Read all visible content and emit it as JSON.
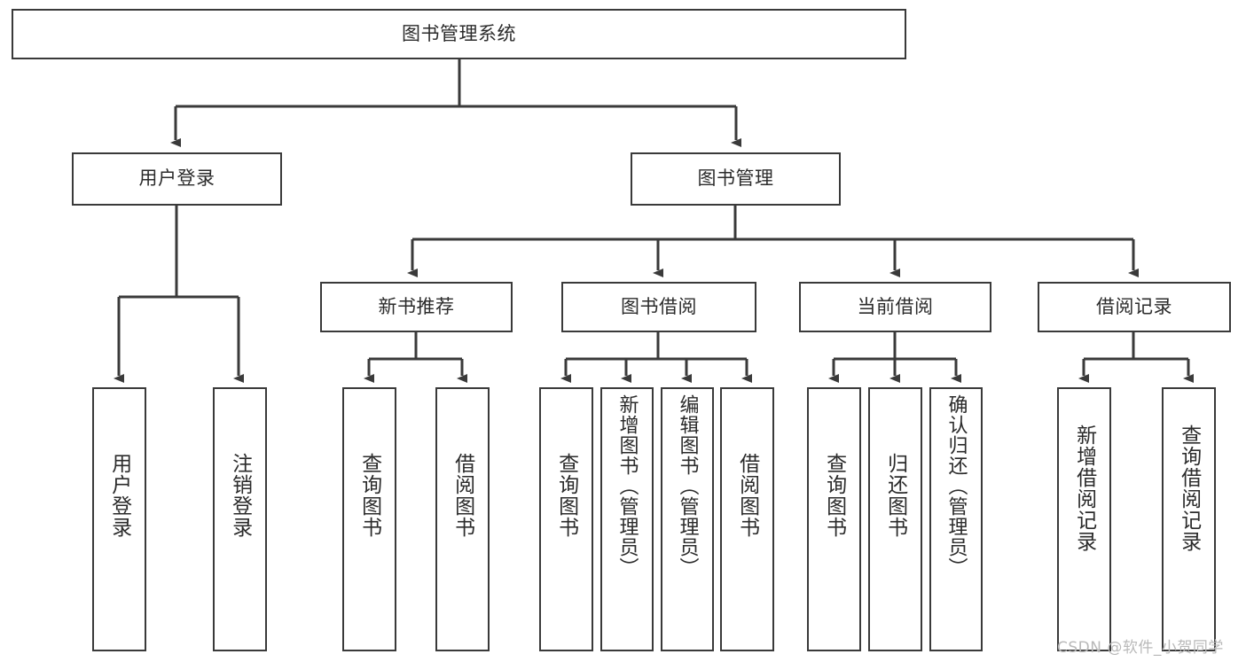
{
  "diagram": {
    "type": "tree",
    "title_node": {
      "id": "root",
      "label": "图书管理系统"
    },
    "level2": [
      {
        "id": "user-login",
        "label": "用户登录"
      },
      {
        "id": "book-management",
        "label": "图书管理"
      }
    ],
    "level3": [
      {
        "id": "new-book-recommend",
        "label": "新书推荐",
        "parent": "book-management"
      },
      {
        "id": "book-borrow",
        "label": "图书借阅",
        "parent": "book-management"
      },
      {
        "id": "current-borrow",
        "label": "当前借阅",
        "parent": "book-management"
      },
      {
        "id": "borrow-record",
        "label": "借阅记录",
        "parent": "book-management"
      }
    ],
    "leaves": [
      {
        "id": "leaf-user-login",
        "label": "用户登录",
        "parent": "user-login"
      },
      {
        "id": "leaf-logout-login",
        "label": "注销登录",
        "parent": "user-login"
      },
      {
        "id": "leaf-query-book-1",
        "label": "查询图书",
        "parent": "new-book-recommend"
      },
      {
        "id": "leaf-borrow-book-1",
        "label": "借阅图书",
        "parent": "new-book-recommend"
      },
      {
        "id": "leaf-query-book-2",
        "label": "查询图书",
        "parent": "book-borrow"
      },
      {
        "id": "leaf-add-book",
        "label": "新增图书（管理员）",
        "parent": "book-borrow"
      },
      {
        "id": "leaf-edit-book",
        "label": "编辑图书（管理员）",
        "parent": "book-borrow"
      },
      {
        "id": "leaf-borrow-book-2",
        "label": "借阅图书",
        "parent": "book-borrow"
      },
      {
        "id": "leaf-query-book-3",
        "label": "查询图书",
        "parent": "current-borrow"
      },
      {
        "id": "leaf-return-book",
        "label": "归还图书",
        "parent": "current-borrow"
      },
      {
        "id": "leaf-confirm-return",
        "label": "确认归还（管理员）",
        "parent": "current-borrow"
      },
      {
        "id": "leaf-add-record",
        "label": "新增借阅记录",
        "parent": "borrow-record"
      },
      {
        "id": "leaf-query-record",
        "label": "查询借阅记录",
        "parent": "borrow-record"
      }
    ]
  },
  "watermark": {
    "text": "CSDN @软件_小贺同学"
  },
  "colors": {
    "stroke": "#3a3a3a",
    "text": "#2b2b2b",
    "background": "#ffffff",
    "watermark": "#b9b9b9"
  }
}
